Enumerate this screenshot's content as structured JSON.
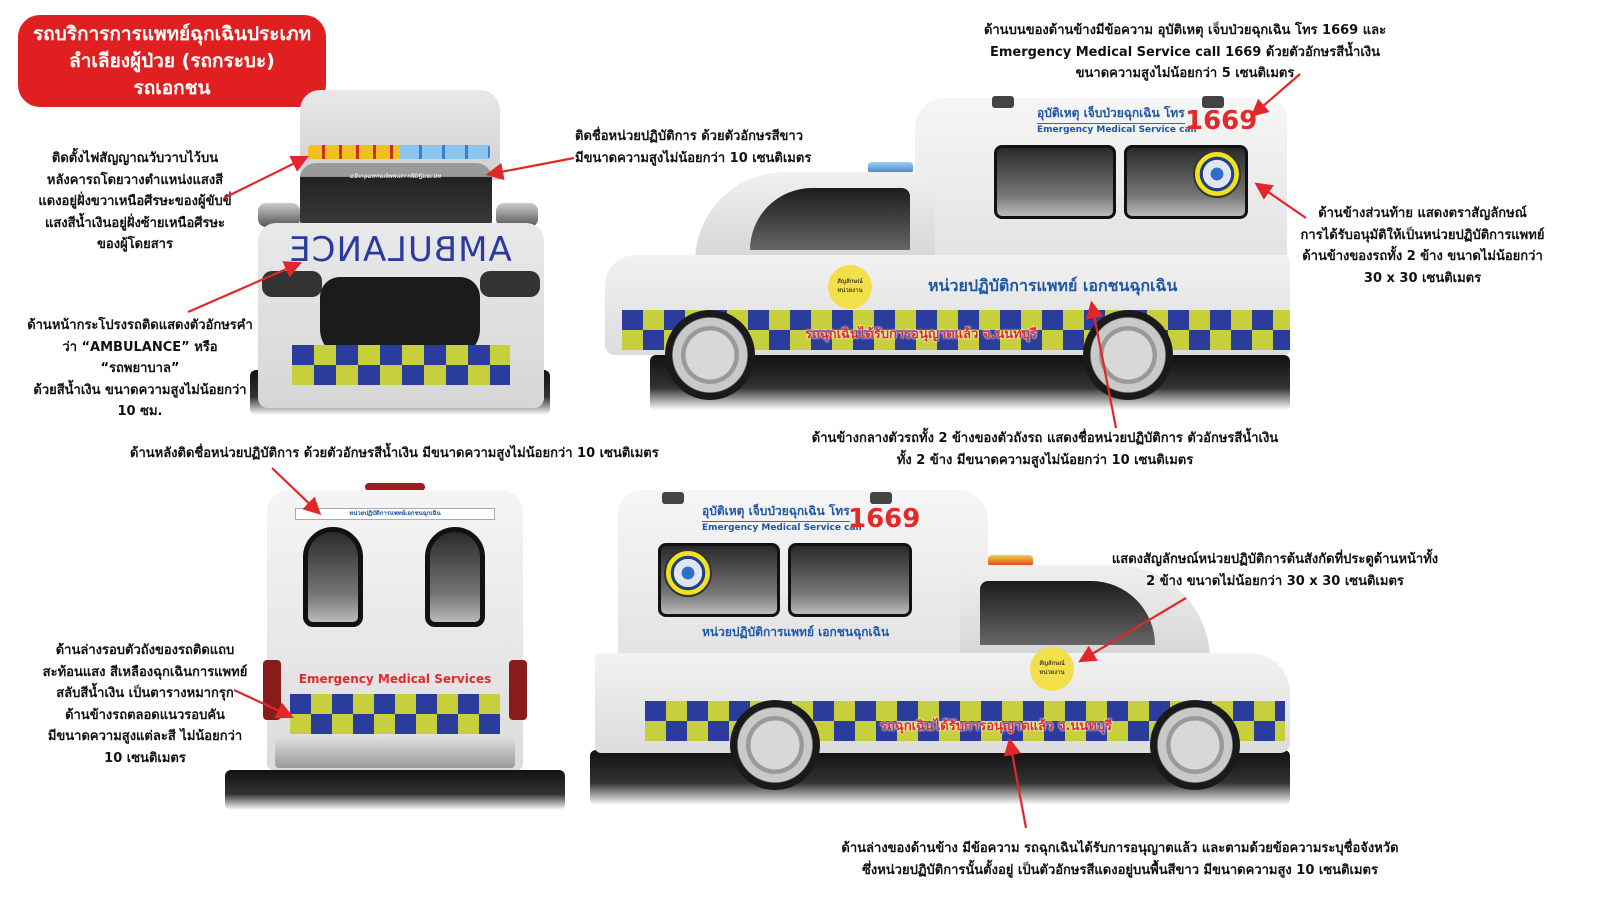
{
  "title": {
    "lines": [
      "รถบริการการแพทย์ฉุกเฉินประเภท",
      "ลำเลียงผู้ป่วย (รถกระบะ)",
      "รถเอกชน"
    ]
  },
  "annotations": {
    "light_bar": [
      "ติดตั้งไฟสัญญาณวับวาบไว้บน",
      "หลังคารถโดยวางตำแหน่งแสงสี",
      "แดงอยู่ฝั่งขวาเหนือศีรษะของผู้ขับขี่",
      "แสงสีน้ำเงินอยู่ฝั่งซ้ายเหนือศีรษะ",
      "ของผู้โดยสาร"
    ],
    "windshield_name": [
      "ติดชื่อหน่วยปฏิบัติการ ด้วยตัวอักษรสีขาว",
      "มีขนาดความสูงไม่น้อยกว่า 10 เซนติเมตร"
    ],
    "front_hood": [
      "ด้านหน้ากระโปรงรถติดแสดงตัวอักษรคำ",
      "ว่า “AMBULANCE” หรือ",
      "“รถพยาบาล”",
      "ด้วยสีน้ำเงิน ขนาดความสูงไม่น้อยกว่า",
      "10 ซม."
    ],
    "top_side_text": [
      "ด้านบนของด้านข้างมีข้อความ อุบัติเหตุ เจ็บป่วยฉุกเฉิน โทร 1669 และ",
      "Emergency Medical Service call 1669 ด้วยตัวอักษรสีน้ำเงิน",
      "ขนาดความสูงไม่น้อยกว่า 5 เซนติเมตร"
    ],
    "rear_side_emblem": [
      "ด้านข้างส่วนท้าย แสดงตราสัญลักษณ์",
      "การได้รับอนุมัติให้เป็นหน่วยปฏิบัติการแพทย์",
      "ด้านข้างของรถทั้ง 2 ข้าง ขนาดไม่น้อยกว่า",
      "30 x 30 เซนติเมตร"
    ],
    "middle_side_name": [
      "ด้านข้างกลางตัวรถทั้ง 2 ข้างของตัวถังรถ แสดงชื่อหน่วยปฏิบัติการ ตัวอักษรสีน้ำเงิน",
      "ทั้ง 2 ข้าง มีขนาดความสูงไม่น้อยกว่า 10 เซนติเมตร"
    ],
    "rear_name": [
      "ด้านหลังติดชื่อหน่วยปฏิบัติการ ด้วยตัวอักษรสีน้ำเงิน มีขนาดความสูงไม่น้อยกว่า 10 เซนติเมตร"
    ],
    "reflective_strip": [
      "ด้านล่างรอบตัวถังของรถติดแถบ",
      "สะท้อนแสง สีเหลืองฉุกเฉินการแพทย์",
      "สลับสีน้ำเงิน เป็นตารางหมากรุก",
      "ด้านข้างรถตลอดแนวรอบคัน",
      "มีขนาดความสูงแต่ละสี ไม่น้อยกว่า",
      "10 เซนติเมตร"
    ],
    "door_emblem": [
      "แสดงสัญลักษณ์หน่วยปฏิบัติการต้นสังกัดที่ประตูด้านหน้าทั้ง",
      "2 ข้าง ขนาดไม่น้อยกว่า 30 x 30 เซนติเมตร"
    ],
    "lower_side_text": [
      "ด้านล่างของด้านข้าง มีข้อความ รถฉุกเฉินได้รับการอนุญาตแล้ว และตามด้วยข้อความระบุชื่อจังหวัด",
      "ซึ่งหน่วยปฏิบัติการนั้นตั้งอยู่ เป็นตัวอักษรสีแดงอยู่บนพื้นสีขาว มีขนาดความสูง 10 เซนติเมตร"
    ]
  },
  "vehicle": {
    "hood_text": "AMBULANCE",
    "windshield_text": "หน่วยปฏิบัติการแพทย์เอกชนฉุกเฉิน",
    "canopy_line1": "อุบัติเหตุ เจ็บป่วยฉุกเฉิน โทร",
    "canopy_line2": "Emergency Medical Service call",
    "hotline": "1669",
    "unit_name": "หน่วยปฏิบัติการแพทย์ เอกชนฉุกเฉิน",
    "permit_text": "รถฉุกเฉินได้รับการอนุญาตแล้ว จ.นนทบุรี",
    "emblem_placeholder": [
      "สัญลักษณ์",
      "หน่วยงาน"
    ],
    "rear_banner": "หน่วยปฏิบัติการแพทย์เอกชนฉุกเฉิน",
    "rear_text": "Emergency Medical Services"
  },
  "colors": {
    "title_bg": "#e02020",
    "checker_blue": "#2b3d9c",
    "checker_yellow": "#c8cf3c",
    "text_blue": "#1d57a6",
    "arrow_red": "#e0282a"
  }
}
